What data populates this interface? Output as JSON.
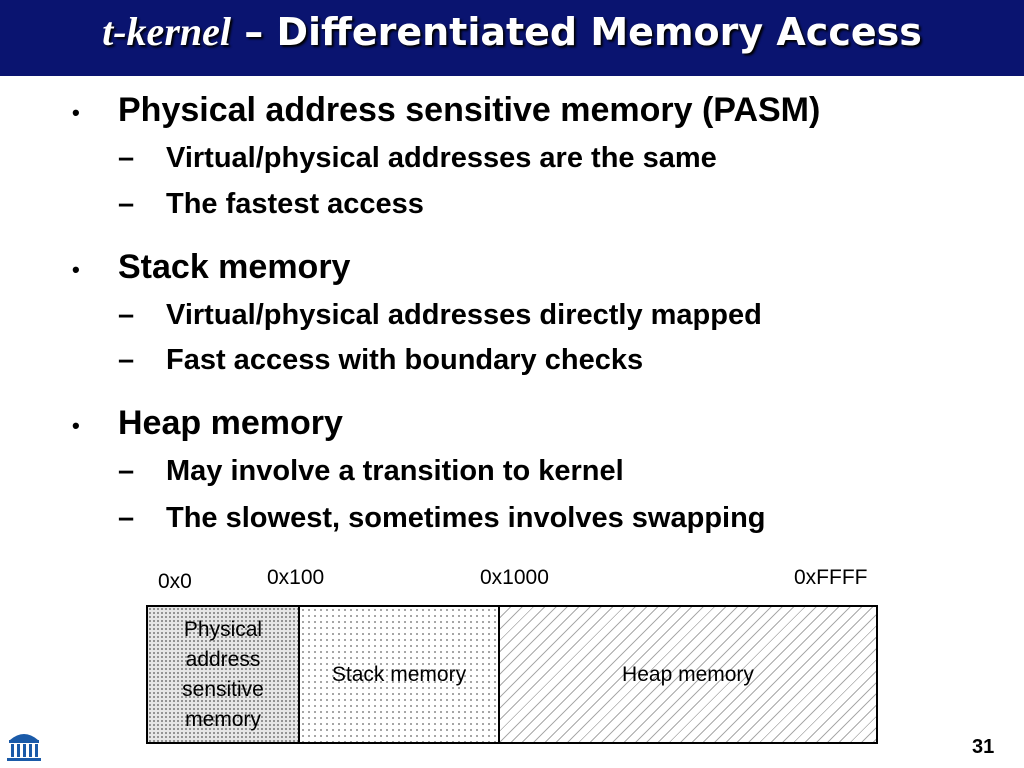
{
  "slide": {
    "title_italic": "t-kernel",
    "title_dash": " – ",
    "title_rest": "Differentiated Memory Access",
    "page_number": "31"
  },
  "bullets": [
    {
      "text": "Physical address sensitive memory (PASM)",
      "subs": [
        "Virtual/physical addresses are the same",
        "The fastest access"
      ]
    },
    {
      "text": "Stack memory",
      "subs": [
        "Virtual/physical addresses directly mapped",
        "Fast access with boundary checks"
      ]
    },
    {
      "text": "Heap memory",
      "subs": [
        "May involve a transition to kernel",
        "The slowest, sometimes involves swapping"
      ]
    }
  ],
  "bullet_glyph": "•",
  "sub_glyph": "–",
  "diagram": {
    "addresses": [
      "0x0",
      "0x100",
      "0x1000",
      "0xFFFF"
    ],
    "regions": [
      {
        "lines": [
          "Physical",
          "address",
          "sensitive",
          "memory"
        ]
      },
      {
        "lines": [
          "Stack memory"
        ]
      },
      {
        "lines": [
          "Heap memory"
        ]
      }
    ]
  },
  "colors": {
    "title_bar": "#0a1470",
    "title_text": "#ffffff"
  },
  "icons": {
    "logo": "university-rotunda-icon"
  }
}
